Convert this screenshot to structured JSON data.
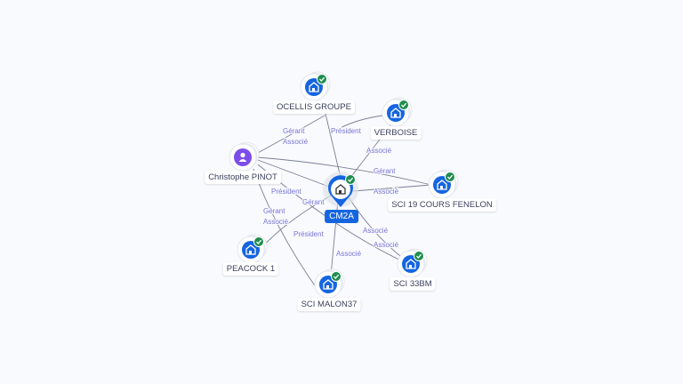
{
  "center": {
    "label": "CM2A",
    "icon": "building-icon"
  },
  "nodes": [
    {
      "label": "OCELLIS GROUPE",
      "type": "company",
      "verified": true
    },
    {
      "label": "VERBOISE",
      "type": "company",
      "verified": true
    },
    {
      "label": "Christophe PINOT",
      "type": "person",
      "verified": false
    },
    {
      "label": "SCI 19 COURS FENELON",
      "type": "company",
      "verified": true
    },
    {
      "label": "PEACOCK 1",
      "type": "company",
      "verified": true
    },
    {
      "label": "SCI 33BM",
      "type": "company",
      "verified": true
    },
    {
      "label": "SCI MALON37",
      "type": "company",
      "verified": true
    }
  ],
  "edge_labels": {
    "pinot_ocellis_1": "Gérant",
    "pinot_ocellis_2": "Associé",
    "cm2a_ocellis": "Président",
    "cm2a_verboise": "Associé",
    "pinot_fenelon": "Gérant",
    "pinot_cm2a": "Président",
    "cm2a_fenelon": "Associé",
    "pinot_malon_1": "Gérant",
    "pinot_malon_2": "Associé",
    "cm2a_peacock": "Président",
    "pinot_33bm_1": "Gérant",
    "pinot_33bm_2": "Associé",
    "cm2a_malon": "Associé",
    "cm2a_33bm": "Associé"
  },
  "colors": {
    "company": "#1565e0",
    "person": "#7c4dea",
    "verified": "#1e8e4e",
    "edge": "#6b6f86",
    "edge_label": "#7a74d6"
  }
}
